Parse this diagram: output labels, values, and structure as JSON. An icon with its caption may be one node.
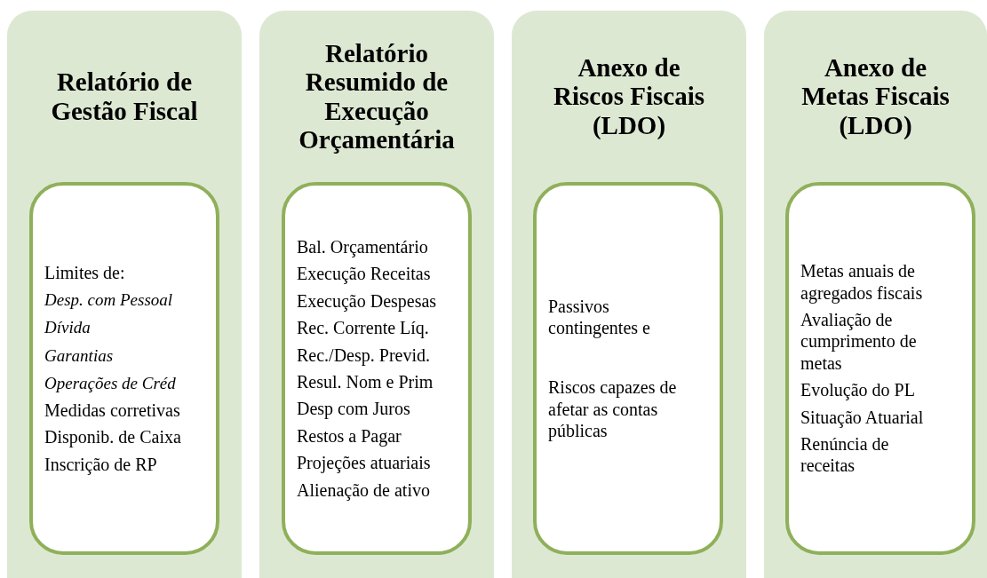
{
  "diagram": {
    "nodes": [
      {
        "text": [
          "Relatório de Gestão Fiscal"
        ]
      },
      {
        "text": [
          "Limites de:",
          "Desp. com Pessoal",
          "Dívida",
          "Garantias",
          "Operações de Créd",
          "Medidas corretivas",
          "Disponib. de Caixa",
          "Inscrição de RP"
        ],
        "in": 0
      },
      {
        "text": [
          "Relatório Resumido de Execução Orçamentária"
        ]
      },
      {
        "text": [
          "Bal. Orçamentário",
          "Execução Receitas",
          "Execução Despesas",
          "Rec. Corrente Líq.",
          "Rec./Desp. Previd.",
          "Resul. Nom e Prim",
          "Desp com Juros",
          "Restos a Pagar",
          "Projeções atuariais",
          "Alienação de ativo"
        ],
        "in": 2
      },
      {
        "text": [
          "Anexo de Riscos Fiscais (LDO)"
        ]
      },
      {
        "text": [
          "Passivos contingentes e",
          "Riscos capazes de afetar as contas públicas"
        ],
        "in": 4
      },
      {
        "text": [
          "Anexo de Metas Fiscais (LDO)"
        ]
      },
      {
        "text": [
          "Metas anuais de agregados fiscais",
          "Avaliação de cumprimento de metas",
          "Evolução do PL",
          "Situação Atuarial",
          "Renúncia de receitas"
        ],
        "in": 6
      }
    ]
  }
}
